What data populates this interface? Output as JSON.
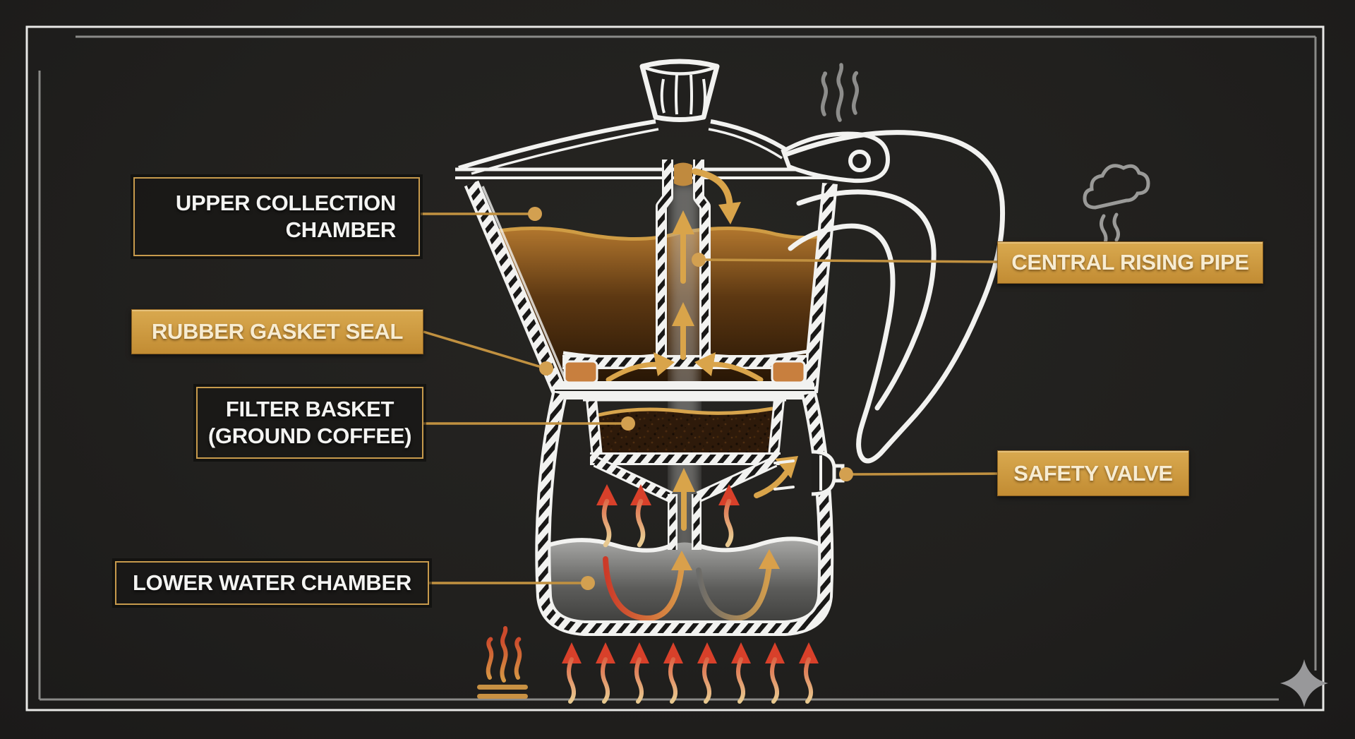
{
  "canvas": {
    "background": "#21201e"
  },
  "colors": {
    "accent_gold": "#c99a4a",
    "gold_fill_top": "#d9a94f",
    "gold_fill_bottom": "#c28c33",
    "cream_text": "#f7ecd2",
    "white_line": "#f2f2f0",
    "heat_red": "#d8402a",
    "gasket_copper": "#c87f3e",
    "coffee_light": "#b5792f",
    "coffee_dark": "#2a1808",
    "water_gray": "#9f9f9d"
  },
  "labels": {
    "upper_collection_chamber": {
      "text": "UPPER COLLECTION CHAMBER",
      "style": "outlined"
    },
    "rubber_gasket_seal": {
      "text": "RUBBER GASKET SEAL",
      "style": "filled"
    },
    "filter_basket": {
      "text": "FILTER BASKET (GROUND COFFEE)",
      "style": "outlined"
    },
    "lower_water_chamber": {
      "text": "LOWER WATER CHAMBER",
      "style": "outlined"
    },
    "central_rising_pipe": {
      "text": "CENTRAL RISING PIPE",
      "style": "filled"
    },
    "safety_valve": {
      "text": "SAFETY VALVE",
      "style": "filled"
    }
  },
  "icons": {
    "steam_icon": "three-wavy-steam-lines",
    "cloud_steam_icon": "steam-cloud",
    "heat_icon": "heat-waves-over-burner-bars",
    "heat_arrows": "row-of-eight-rising-heat-arrows",
    "sparkle_icon": "four-point-star"
  }
}
